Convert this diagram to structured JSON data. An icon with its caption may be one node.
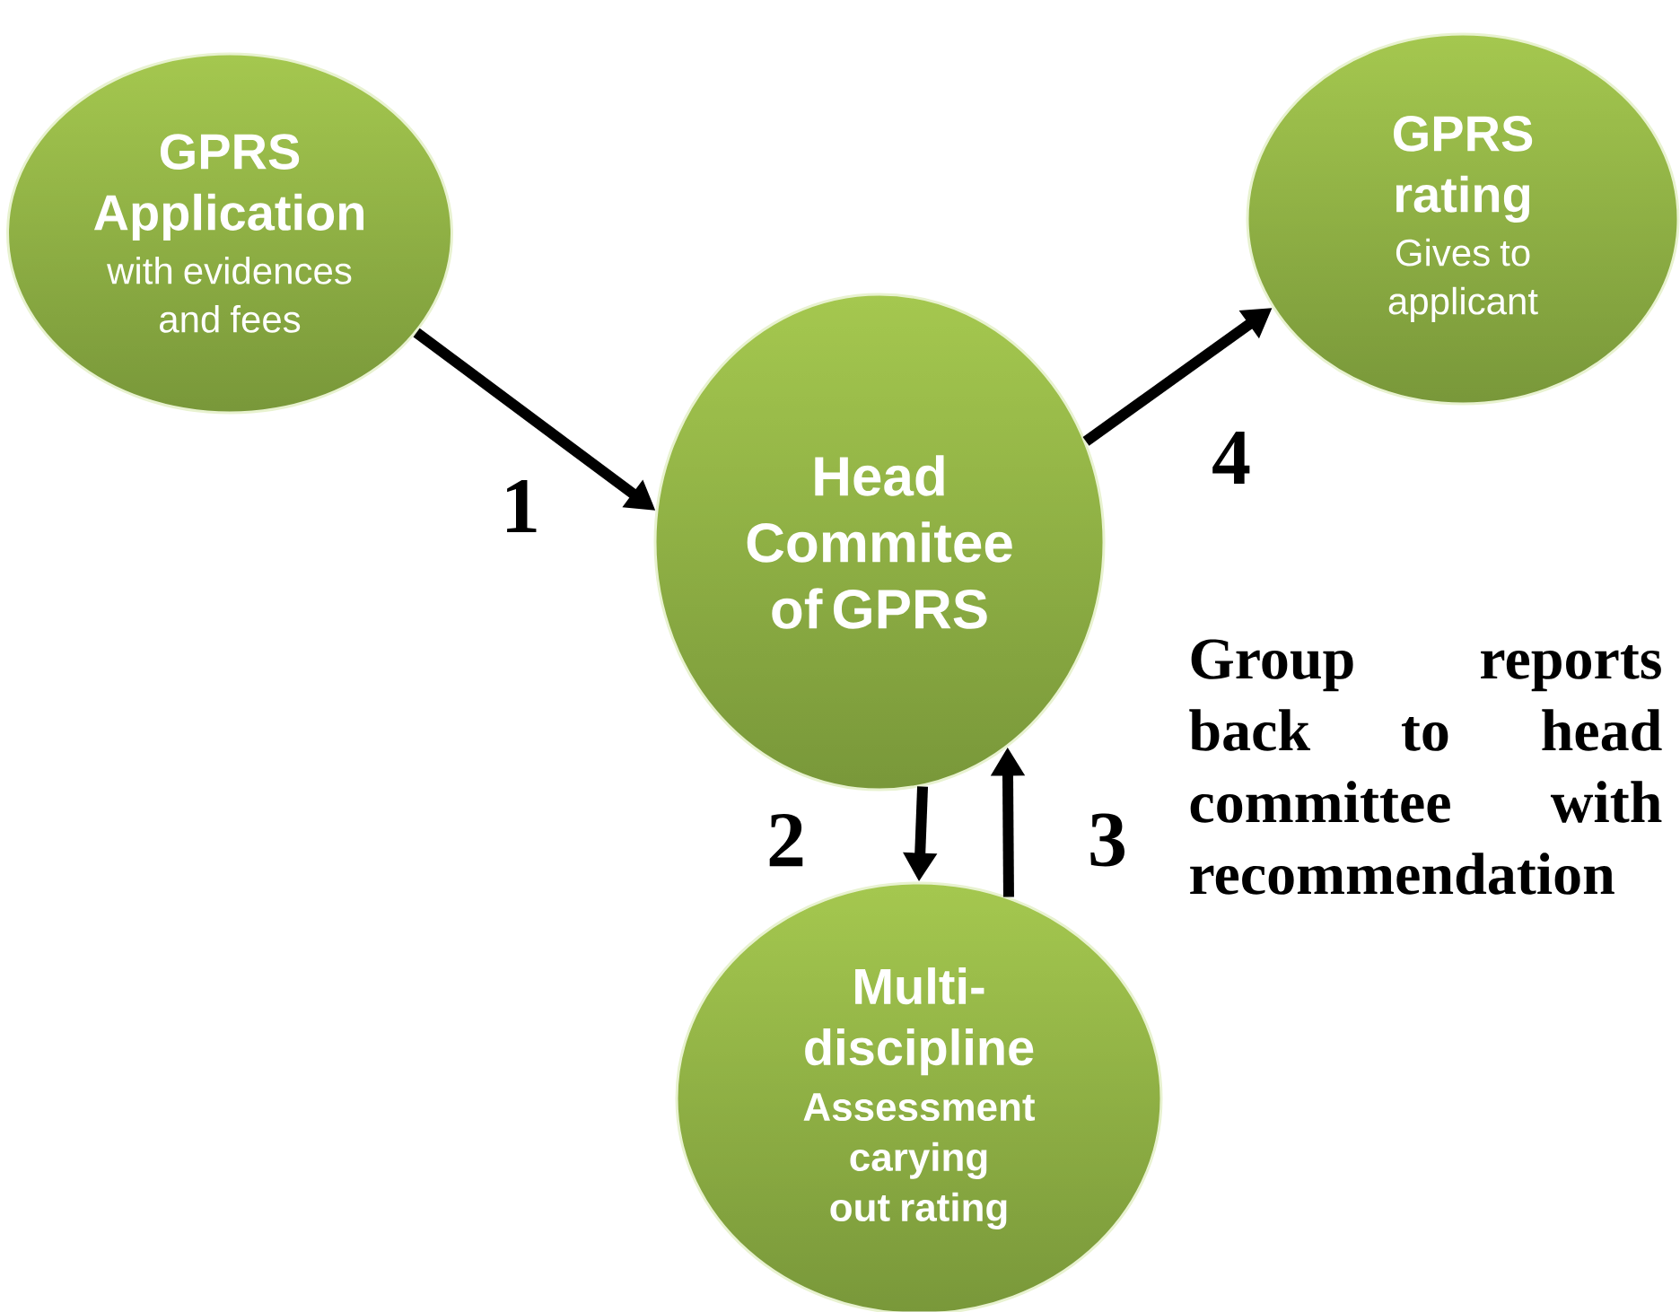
{
  "diagram": {
    "nodes": [
      {
        "text": [
          "GPRS Application",
          "with evidences and fees"
        ]
      },
      {
        "text": [
          "Head Commitee of GPRS"
        ]
      },
      {
        "text": [
          "GPRS rating",
          "Gives to applicant"
        ]
      },
      {
        "text": [
          "Multi-discipline",
          "Assessment carying out rating"
        ]
      }
    ],
    "edges": [
      {
        "from": 0,
        "to": 1,
        "arrow": "to",
        "label": "1"
      },
      {
        "from": 1,
        "to": 3,
        "arrow": "to",
        "label": "2"
      },
      {
        "from": 3,
        "to": 1,
        "arrow": "to",
        "label": "3"
      },
      {
        "from": 1,
        "to": 2,
        "arrow": "to",
        "label": "4"
      }
    ],
    "labels": [
      "Group reports back to head committee with recommendation"
    ]
  }
}
